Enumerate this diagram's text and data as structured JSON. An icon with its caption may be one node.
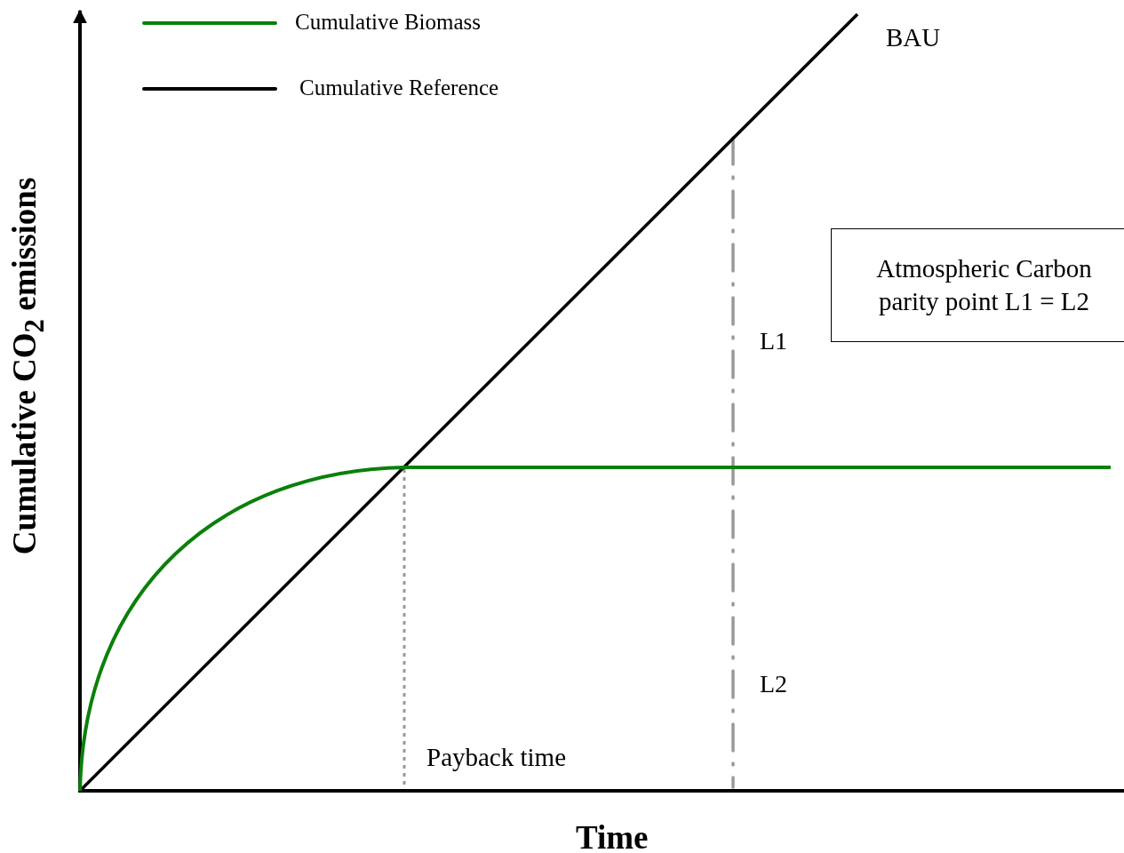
{
  "diagram": {
    "nodes": [
      {
        "text": [
          "Atmospheric Carbon parity point L1 = L2"
        ]
      }
    ],
    "labels": [
      "BAU",
      "L1",
      "L2",
      "Payback time",
      "Time",
      "Cumulative CO$_{2}$ emissions"
    ],
    "legend": [
      {
        "text": "Cumulative Biomass"
      },
      {
        "text": "Cumulative Reference"
      }
    ]
  }
}
